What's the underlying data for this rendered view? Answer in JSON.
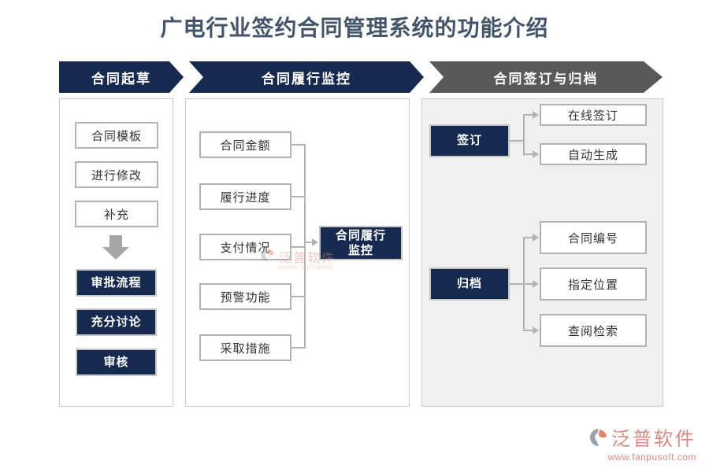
{
  "title": "广电行业签约合同管理系统的功能介绍",
  "stages": [
    {
      "label": "合同起草"
    },
    {
      "label": "合同履行监控"
    },
    {
      "label": "合同签订与归档"
    }
  ],
  "draft_panel": {
    "steps": [
      "合同模板",
      "进行修改",
      "补充"
    ],
    "dark_steps": [
      "审批流程",
      "充分讨论",
      "审核"
    ]
  },
  "monitor_panel": {
    "factors": [
      "合同金额",
      "履行进度",
      "支付情况",
      "预警功能",
      "采取措施"
    ],
    "target": "合同履行\n监控"
  },
  "sign_panel": {
    "sign": {
      "label": "签订",
      "children": [
        "在线签订",
        "自动生成"
      ]
    },
    "archive": {
      "label": "归档",
      "children": [
        "合同编号",
        "指定位置",
        "查阅检索"
      ]
    }
  },
  "watermark": {
    "brand": "泛普软件",
    "sub": "FANPU SOFTWARE"
  },
  "footer": {
    "brand": "泛普软件",
    "url": "www.fanpusoft.com"
  },
  "colors": {
    "navy": "#152a4e",
    "stage_gray": "#595959",
    "brand_salmon": "#d98a7d"
  }
}
